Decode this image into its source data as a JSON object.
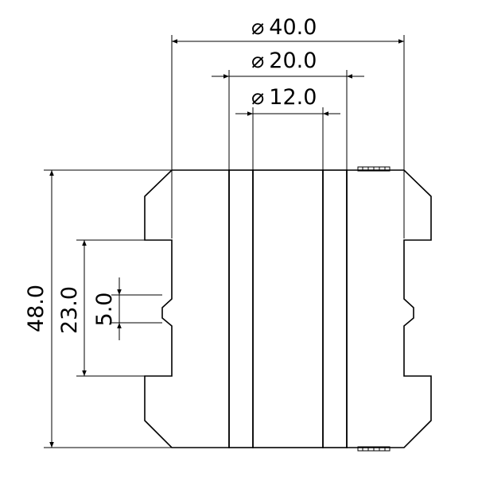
{
  "drawing": {
    "dimensions": {
      "outer_diameter": "40.0",
      "middle_diameter": "20.0",
      "inner_diameter": "12.0",
      "overall_height": "48.0",
      "groove_span": "23.0",
      "groove_width": "5.0",
      "diameter_symbol": "⌀"
    }
  }
}
